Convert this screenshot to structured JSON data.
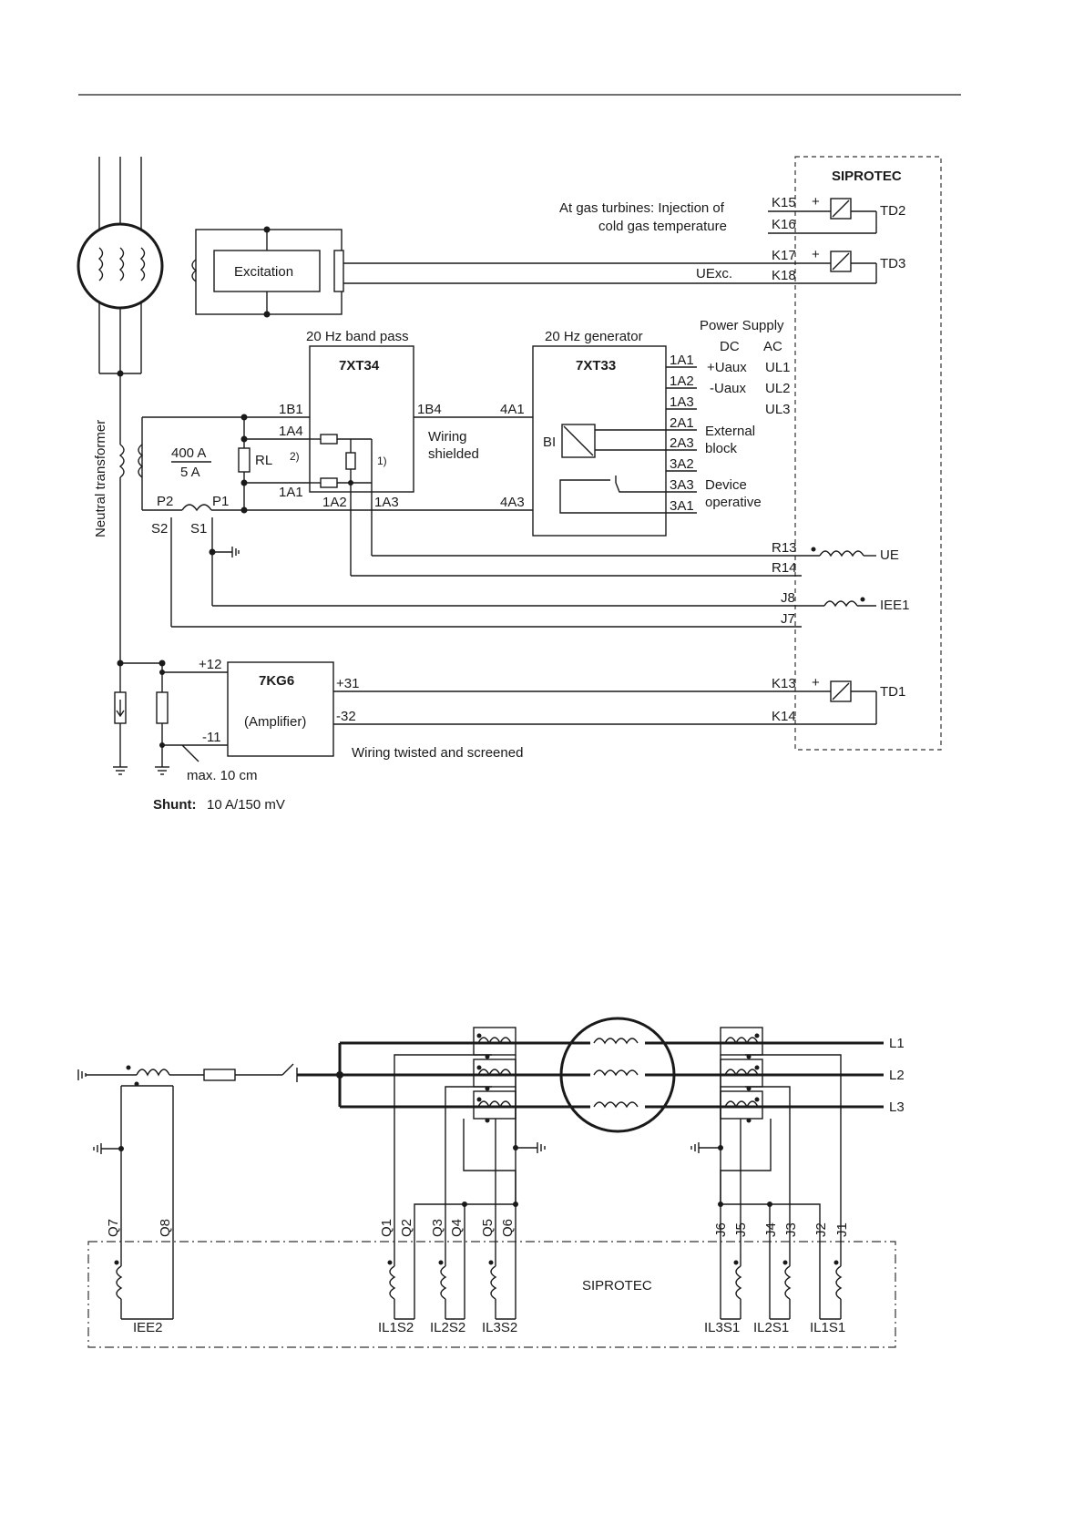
{
  "top_diagram": {
    "siprotec_title": "SIPROTEC",
    "gas_note_line1": "At gas turbines: Injection of",
    "gas_note_line2": "cold gas temperature",
    "excitation": "Excitation",
    "uexc": "UExc.",
    "neutral_transformer": "Neutral transformer",
    "ct_ratio_1": "400 A",
    "ct_ratio_2": "5 A",
    "rl": "RL",
    "note_2": "2)",
    "note_1": "1)",
    "p2": "P2",
    "p1": "P1",
    "s2": "S2",
    "s1": "S1",
    "band_pass_title": "20 Hz band pass",
    "band_pass_device": "7XT34",
    "band_pass_terms": {
      "1B1": "1B1",
      "1A4": "1A4",
      "1A1": "1A1",
      "1A2": "1A2",
      "1A3": "1A3",
      "1B4": "1B4"
    },
    "wiring_shielded_1": "Wiring",
    "wiring_shielded_2": "shielded",
    "generator_title": "20 Hz generator",
    "generator_device": "7XT33",
    "generator_terms": {
      "4A1": "4A1",
      "4A3": "4A3",
      "1A1": "1A1",
      "1A2": "1A2",
      "1A3": "1A3",
      "2A1": "2A1",
      "2A3": "2A3",
      "3A2": "3A2",
      "3A3": "3A3",
      "3A1": "3A1"
    },
    "bi": "BI",
    "power_supply": "Power Supply",
    "dc": "DC",
    "ac": "AC",
    "uaux_plus": "+Uaux",
    "uaux_minus": "-Uaux",
    "ul1": "UL1",
    "ul2": "UL2",
    "ul3": "UL3",
    "external": "External",
    "block": "block",
    "device": "Device",
    "operative": "operative",
    "k15": "K15",
    "k16": "K16",
    "k17": "K17",
    "k18": "K18",
    "td2": "TD2",
    "td3": "TD3",
    "r13": "R13",
    "r14": "R14",
    "ue": "UE",
    "j8": "J8",
    "j7": "J7",
    "iee1": "IEE1",
    "amp_device": "7KG6",
    "amp_label": "(Amplifier)",
    "amp_plus12": "+12",
    "amp_minus11": "-11",
    "amp_plus31": "+31",
    "amp_minus32": "-32",
    "k13": "K13",
    "k14": "K14",
    "td1": "TD1",
    "plus": "+",
    "wiring_twisted": "Wiring twisted and screened",
    "max_10cm": "max. 10 cm",
    "shunt_label": "Shunt:",
    "shunt_value": "10 A/150 mV"
  },
  "bottom_diagram": {
    "siprotec": "SIPROTEC",
    "l1": "L1",
    "l2": "L2",
    "l3": "L3",
    "q7": "Q7",
    "q8": "Q8",
    "iee2": "IEE2",
    "q1": "Q1",
    "q2": "Q2",
    "q3": "Q3",
    "q4": "Q4",
    "q5": "Q5",
    "q6": "Q6",
    "il1s2": "IL1S2",
    "il2s2": "IL2S2",
    "il3s2": "IL3S2",
    "j6": "J6",
    "j5": "J5",
    "j4": "J4",
    "j3": "J3",
    "j2": "J2",
    "j1": "J1",
    "il3s1": "IL3S1",
    "il2s1": "IL2S1",
    "il1s1": "IL1S1"
  }
}
